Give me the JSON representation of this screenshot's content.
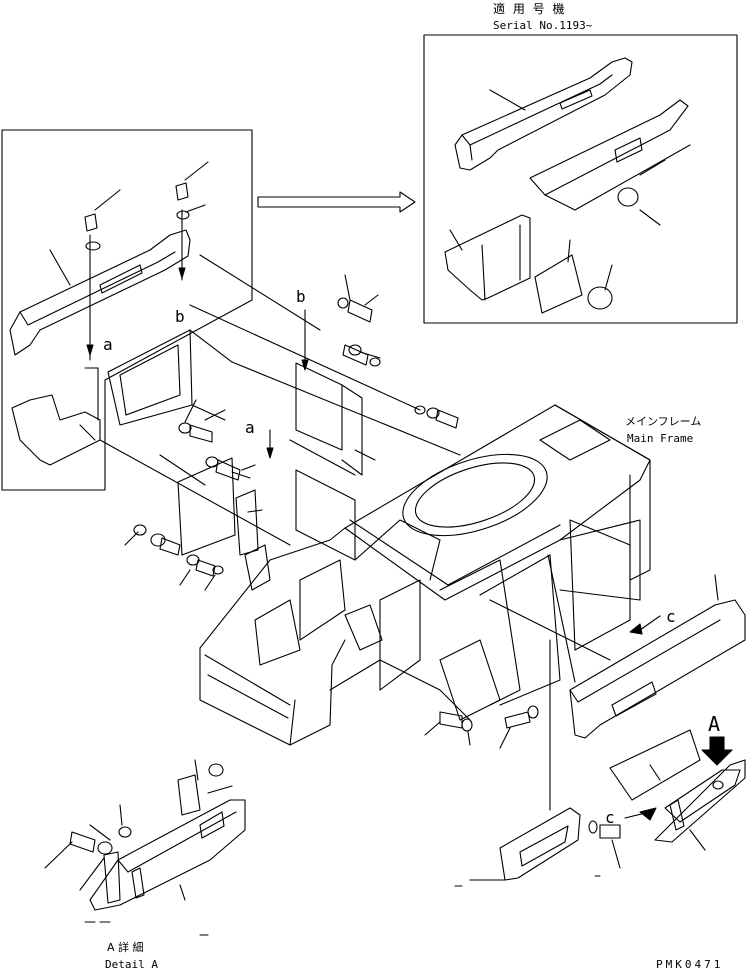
{
  "header": {
    "jp_label": "適 用 号 機",
    "serial_label": "Serial No.1193~"
  },
  "main_frame": {
    "jp_label": "メインフレーム",
    "en_label": "Main Frame"
  },
  "callouts": {
    "a_upper": "a",
    "a_mid": "a",
    "b_upper": "b",
    "b_mid": "b",
    "c_right": "c",
    "c_lower": "c",
    "view_a": "A"
  },
  "detail": {
    "jp_label": "A 詳 細",
    "en_label": "Detail A"
  },
  "drawing_code": "PMK0471"
}
